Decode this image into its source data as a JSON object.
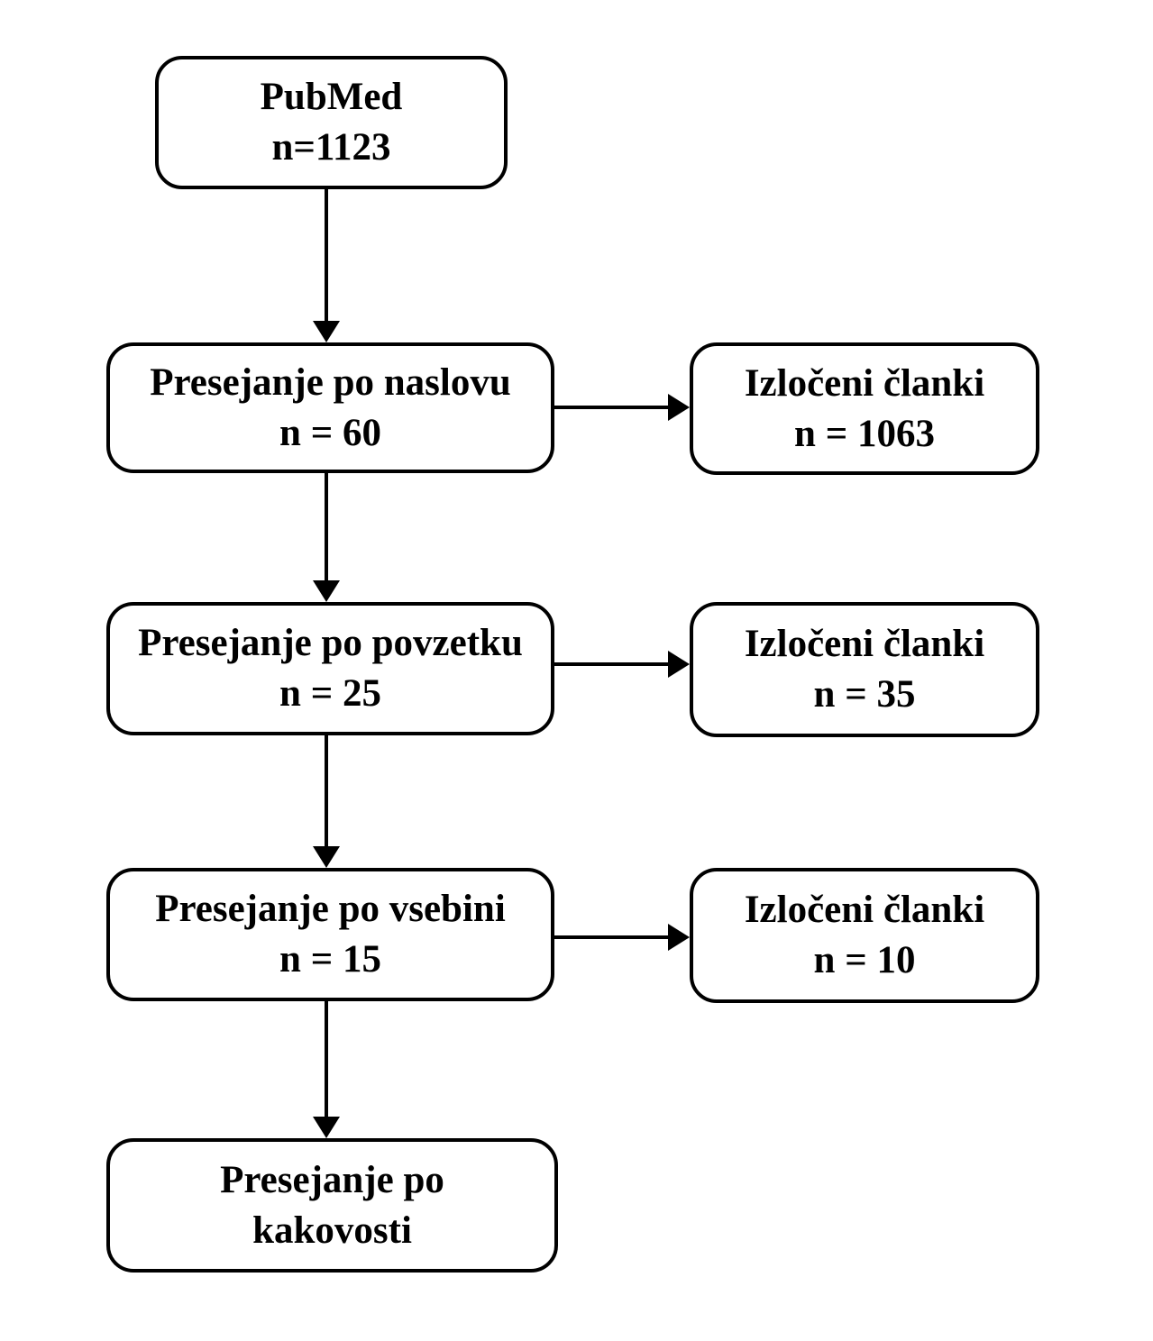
{
  "diagram": {
    "type": "flowchart",
    "colors": {
      "background": "#ffffff",
      "line": "#000000",
      "text": "#000000"
    }
  },
  "nodes": {
    "pubmed": {
      "line1": "PubMed",
      "line2": "n=1123"
    },
    "screen_title": {
      "line1": "Presejanje po naslovu",
      "line2": "n = 60"
    },
    "excluded_title": {
      "line1": "Izločeni članki",
      "line2": "n = 1063"
    },
    "screen_abstract": {
      "line1": "Presejanje po povzetku",
      "line2": "n = 25"
    },
    "excluded_abstract": {
      "line1": "Izločeni članki",
      "line2": "n = 35"
    },
    "screen_content": {
      "line1": "Presejanje po vsebini",
      "line2": "n = 15"
    },
    "excluded_content": {
      "line1": "Izločeni članki",
      "line2": "n = 10"
    },
    "screen_quality": {
      "line1": "Presejanje po",
      "line2": "kakovosti"
    }
  },
  "edges": [
    {
      "from": "pubmed",
      "to": "screen_title"
    },
    {
      "from": "screen_title",
      "to": "excluded_title"
    },
    {
      "from": "screen_title",
      "to": "screen_abstract"
    },
    {
      "from": "screen_abstract",
      "to": "excluded_abstract"
    },
    {
      "from": "screen_abstract",
      "to": "screen_content"
    },
    {
      "from": "screen_content",
      "to": "excluded_content"
    },
    {
      "from": "screen_content",
      "to": "screen_quality"
    }
  ]
}
